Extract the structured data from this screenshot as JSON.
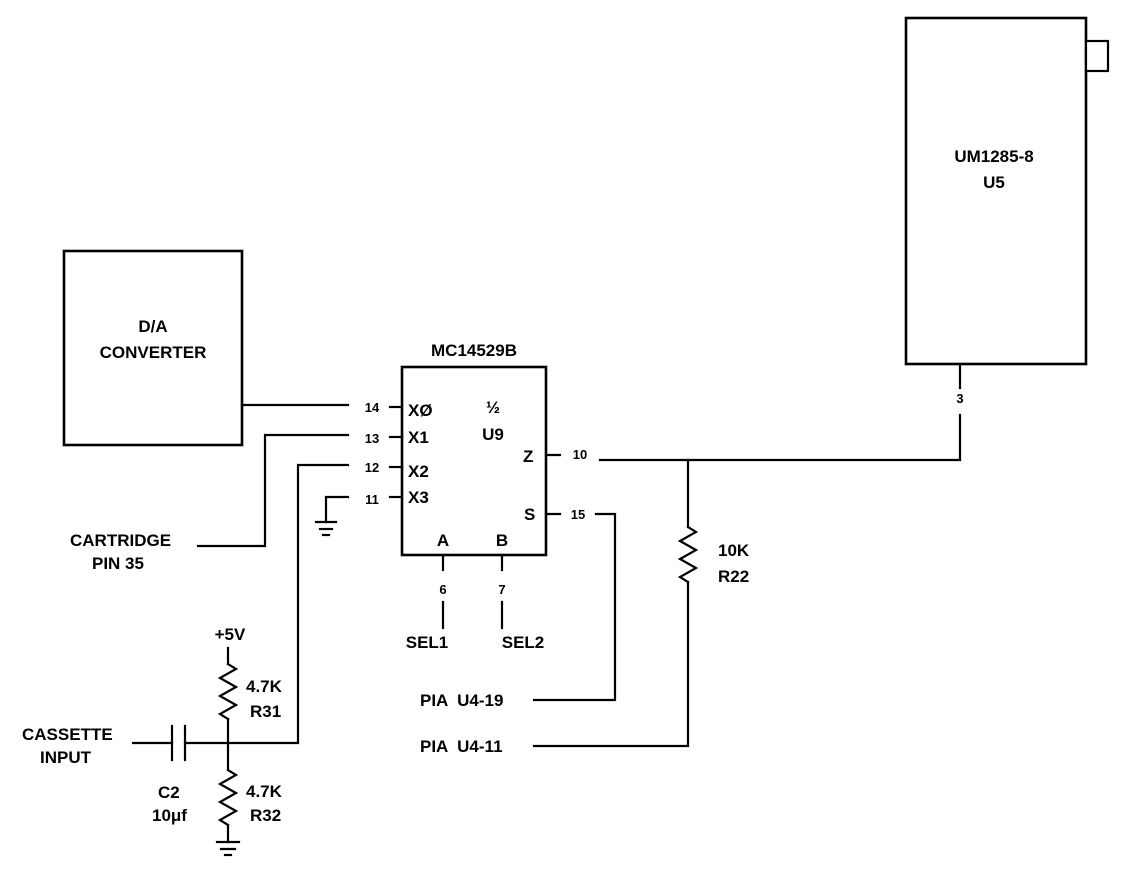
{
  "blocks": {
    "dac_line1": "D/A",
    "dac_line2": "CONVERTER",
    "mux_title": "MC14529B",
    "mux_half": "½",
    "mux_ref": "U9",
    "mod_name": "UM1285-8",
    "mod_ref": "U5"
  },
  "mux_pins": {
    "x0_num": "14",
    "x0": "XØ",
    "x1_num": "13",
    "x1": "X1",
    "x2_num": "12",
    "x2": "X2",
    "x3_num": "11",
    "x3": "X3",
    "z": "Z",
    "z_num": "10",
    "s": "S",
    "s_num": "15",
    "a": "A",
    "a_num": "6",
    "b": "B",
    "b_num": "7"
  },
  "modulator_pin": "3",
  "signals": {
    "cart_line1": "CARTRIDGE",
    "cart_line2": "PIN 35",
    "cass_line1": "CASSETTE",
    "cass_line2": "INPUT",
    "vcc": "+5V",
    "sel1": "SEL1",
    "sel2": "SEL2",
    "pia19": "PIA  U4-19",
    "pia11": "PIA  U4-11"
  },
  "components": {
    "r31_value": "4.7K",
    "r31_ref": "R31",
    "r32_value": "4.7K",
    "r32_ref": "R32",
    "r22_value": "10K",
    "r22_ref": "R22",
    "c2_ref": "C2",
    "c2_value": "10μf"
  }
}
